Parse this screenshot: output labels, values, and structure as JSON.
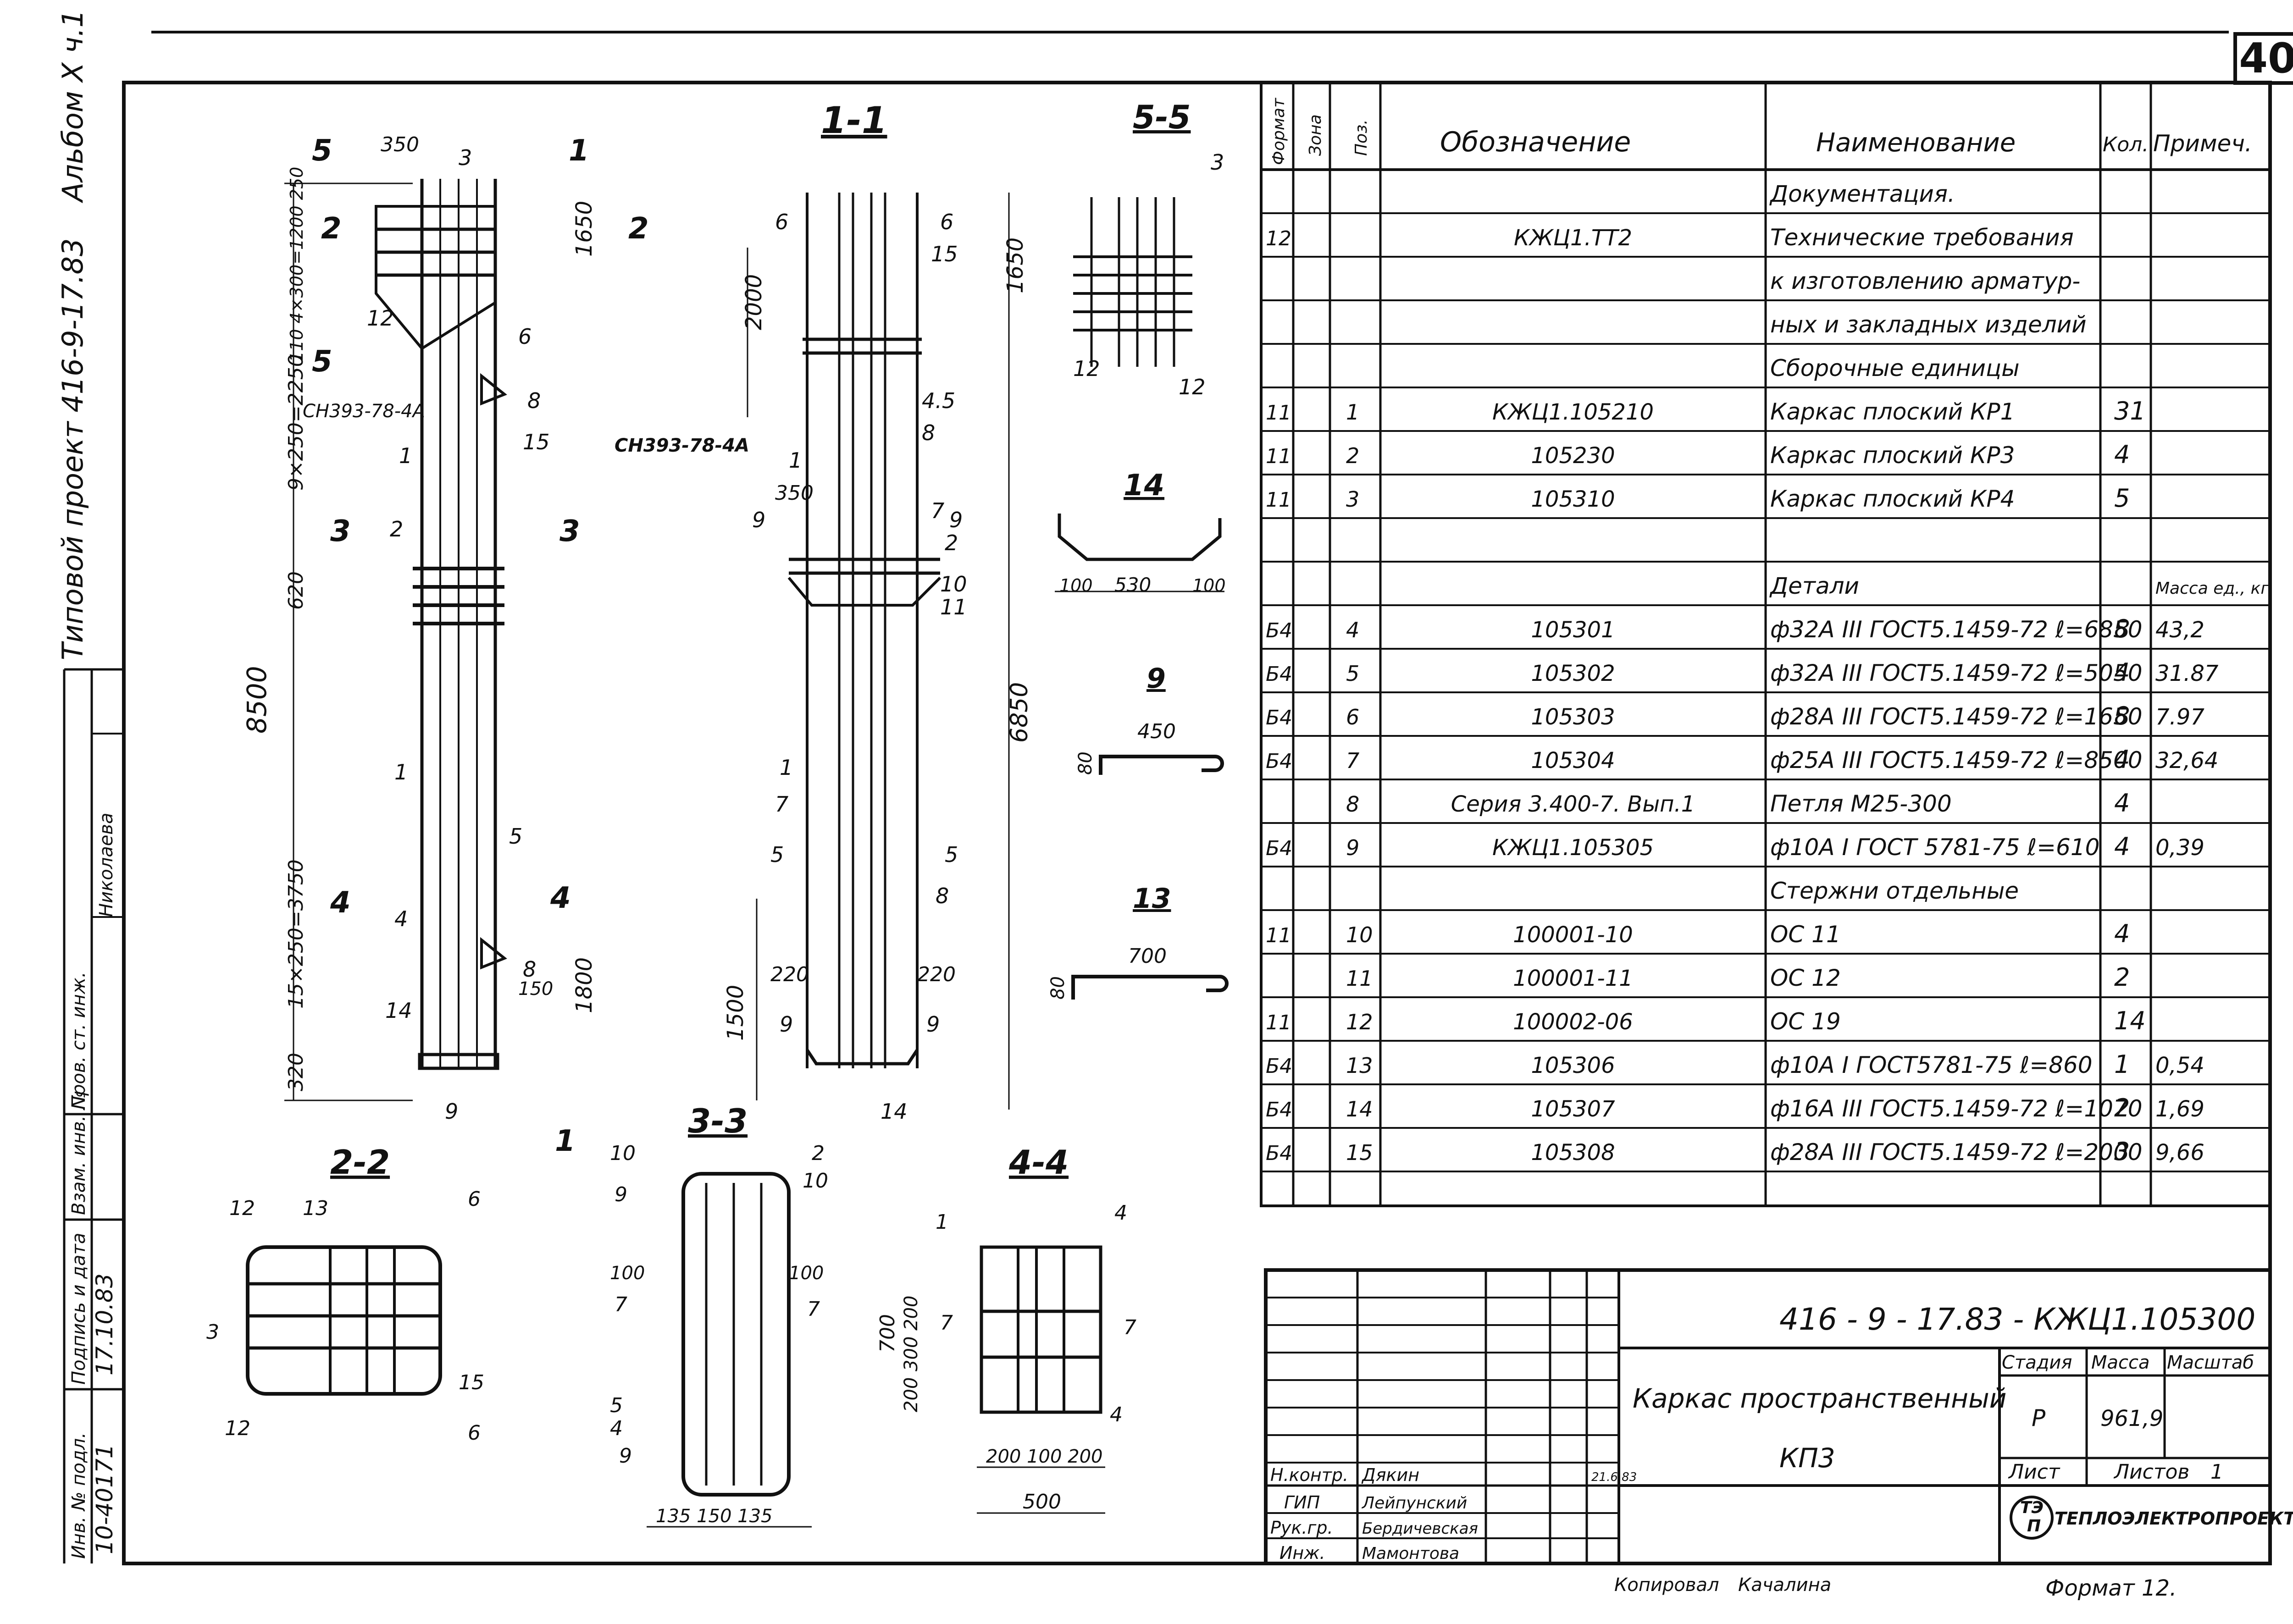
{
  "sheet_number": "40",
  "side": {
    "album": "Альбом X ч.1",
    "project": "Типовой проект 416-9-17.83",
    "signer": "Николаева",
    "inv_labels": [
      "Инв. № подл.",
      "Подпись и дата",
      "Взам. инв. №",
      "Пров. ст. инж."
    ],
    "inv_values": [
      "10-40171",
      "17.10.83"
    ]
  },
  "views": {
    "v11": "1-1",
    "v55": "5-5",
    "v22": "2-2",
    "v33": "3-3",
    "v44": "4-4",
    "v14": "14",
    "v9": "9",
    "v13": "13",
    "ch_label_a": "СН393-78-4А",
    "ch_label_b": "СН393-78-4А",
    "dims": {
      "d8500": "8500",
      "d6850": "6850",
      "d1650": "1650",
      "d2000": "2000",
      "d1800": "1800",
      "d1500": "1500",
      "d350": "350",
      "d620": "620",
      "d320": "320",
      "d220a": "220",
      "d220b": "220",
      "d150": "150",
      "d9x250": "9×250=2250",
      "d15x250": "15×250=3750",
      "d4x300": "110 4×300=1200 250",
      "d530": "530",
      "d100a": "100",
      "d100b": "100",
      "d450": "450",
      "d700a": "700",
      "d80a": "80",
      "d80b": "80",
      "d500": "500",
      "d200_100_200": "200 100 200",
      "d135_150_135": "135 150 135",
      "d700b": "700",
      "d200_300_200": "200 300 200"
    }
  },
  "spec": {
    "headers": [
      "Формат",
      "Зона",
      "Поз.",
      "Обозначение",
      "Наименование",
      "Кол.",
      "Примеч."
    ],
    "rows": [
      {
        "f": "",
        "z": "",
        "p": "",
        "d": "",
        "n": "Документация.",
        "k": "",
        "m": ""
      },
      {
        "f": "12",
        "z": "",
        "p": "",
        "d": "КЖЦ1.ТТ2",
        "n": "Технические требования",
        "k": "",
        "m": ""
      },
      {
        "f": "",
        "z": "",
        "p": "",
        "d": "",
        "n": "к изготовлению арматур-",
        "k": "",
        "m": ""
      },
      {
        "f": "",
        "z": "",
        "p": "",
        "d": "",
        "n": "ных и закладных изделий",
        "k": "",
        "m": ""
      },
      {
        "f": "",
        "z": "",
        "p": "",
        "d": "",
        "n": "Сборочные единицы",
        "k": "",
        "m": ""
      },
      {
        "f": "11",
        "z": "",
        "p": "1",
        "d": "КЖЦ1.105210",
        "n": "Каркас плоский КР1",
        "k": "31",
        "m": ""
      },
      {
        "f": "11",
        "z": "",
        "p": "2",
        "d": "105230",
        "n": "Каркас плоский КР3",
        "k": "4",
        "m": ""
      },
      {
        "f": "11",
        "z": "",
        "p": "3",
        "d": "105310",
        "n": "Каркас плоский КР4",
        "k": "5",
        "m": ""
      },
      {
        "f": "",
        "z": "",
        "p": "",
        "d": "",
        "n": "",
        "k": "",
        "m": ""
      },
      {
        "f": "",
        "z": "",
        "p": "",
        "d": "",
        "n": "Детали",
        "k": "",
        "m": "Масса ед., кг"
      },
      {
        "f": "Б4",
        "z": "",
        "p": "4",
        "d": "105301",
        "n": "ф32А III ГОСТ5.1459-72 ℓ=6850",
        "k": "8",
        "m": "43,2"
      },
      {
        "f": "Б4",
        "z": "",
        "p": "5",
        "d": "105302",
        "n": "ф32А III ГОСТ5.1459-72 ℓ=5050",
        "k": "4",
        "m": "31.87"
      },
      {
        "f": "Б4",
        "z": "",
        "p": "6",
        "d": "105303",
        "n": "ф28А III ГОСТ5.1459-72 ℓ=1650",
        "k": "8",
        "m": "7.97"
      },
      {
        "f": "Б4",
        "z": "",
        "p": "7",
        "d": "105304",
        "n": "ф25А III ГОСТ5.1459-72 ℓ=8500",
        "k": "4",
        "m": "32,64"
      },
      {
        "f": "",
        "z": "",
        "p": "8",
        "d": "Серия 3.400-7. Вып.1",
        "n": "Петля М25-300",
        "k": "4",
        "m": ""
      },
      {
        "f": "Б4",
        "z": "",
        "p": "9",
        "d": "КЖЦ1.105305",
        "n": "ф10А I ГОСТ 5781-75 ℓ=610",
        "k": "4",
        "m": "0,39"
      },
      {
        "f": "",
        "z": "",
        "p": "",
        "d": "",
        "n": "Стержни отдельные",
        "k": "",
        "m": ""
      },
      {
        "f": "11",
        "z": "",
        "p": "10",
        "d": "100001-10",
        "n": "ОС 11",
        "k": "4",
        "m": ""
      },
      {
        "f": "",
        "z": "",
        "p": "11",
        "d": "100001-11",
        "n": "ОС 12",
        "k": "2",
        "m": ""
      },
      {
        "f": "11",
        "z": "",
        "p": "12",
        "d": "100002-06",
        "n": "ОС 19",
        "k": "14",
        "m": ""
      },
      {
        "f": "Б4",
        "z": "",
        "p": "13",
        "d": "105306",
        "n": "ф10А I ГОСТ5781-75 ℓ=860",
        "k": "1",
        "m": "0,54"
      },
      {
        "f": "Б4",
        "z": "",
        "p": "14",
        "d": "105307",
        "n": "ф16А III ГОСТ5.1459-72 ℓ=1070",
        "k": "2",
        "m": "1,69"
      },
      {
        "f": "Б4",
        "z": "",
        "p": "15",
        "d": "105308",
        "n": "ф28А III ГОСТ5.1459-72 ℓ=2000",
        "k": "3",
        "m": "9,66"
      }
    ]
  },
  "title_block": {
    "doc_code": "416 - 9 - 17.83 - КЖЦ1.105300",
    "title_line1": "Каркас пространственный",
    "title_line2": "КП3",
    "stage_label": "Стадия",
    "mass_label": "Масса",
    "scale_label": "Масштаб",
    "stage": "Р",
    "mass": "961,9",
    "sheet_label": "Лист",
    "sheets_label": "Листов",
    "sheets": "1",
    "org": "ТЕПЛОЭЛЕКТРОПРОЕКТ",
    "roles": [
      "Н.контр.",
      "ГИП",
      "Рук.гр.",
      "Инж."
    ],
    "names": [
      "Дякин",
      "Лейпунский",
      "Бердичевская",
      "Мамонтова"
    ],
    "date": "21.6.83"
  },
  "footer": {
    "copied": "Копировал",
    "copier": "Качалина",
    "format": "Формат 12."
  }
}
